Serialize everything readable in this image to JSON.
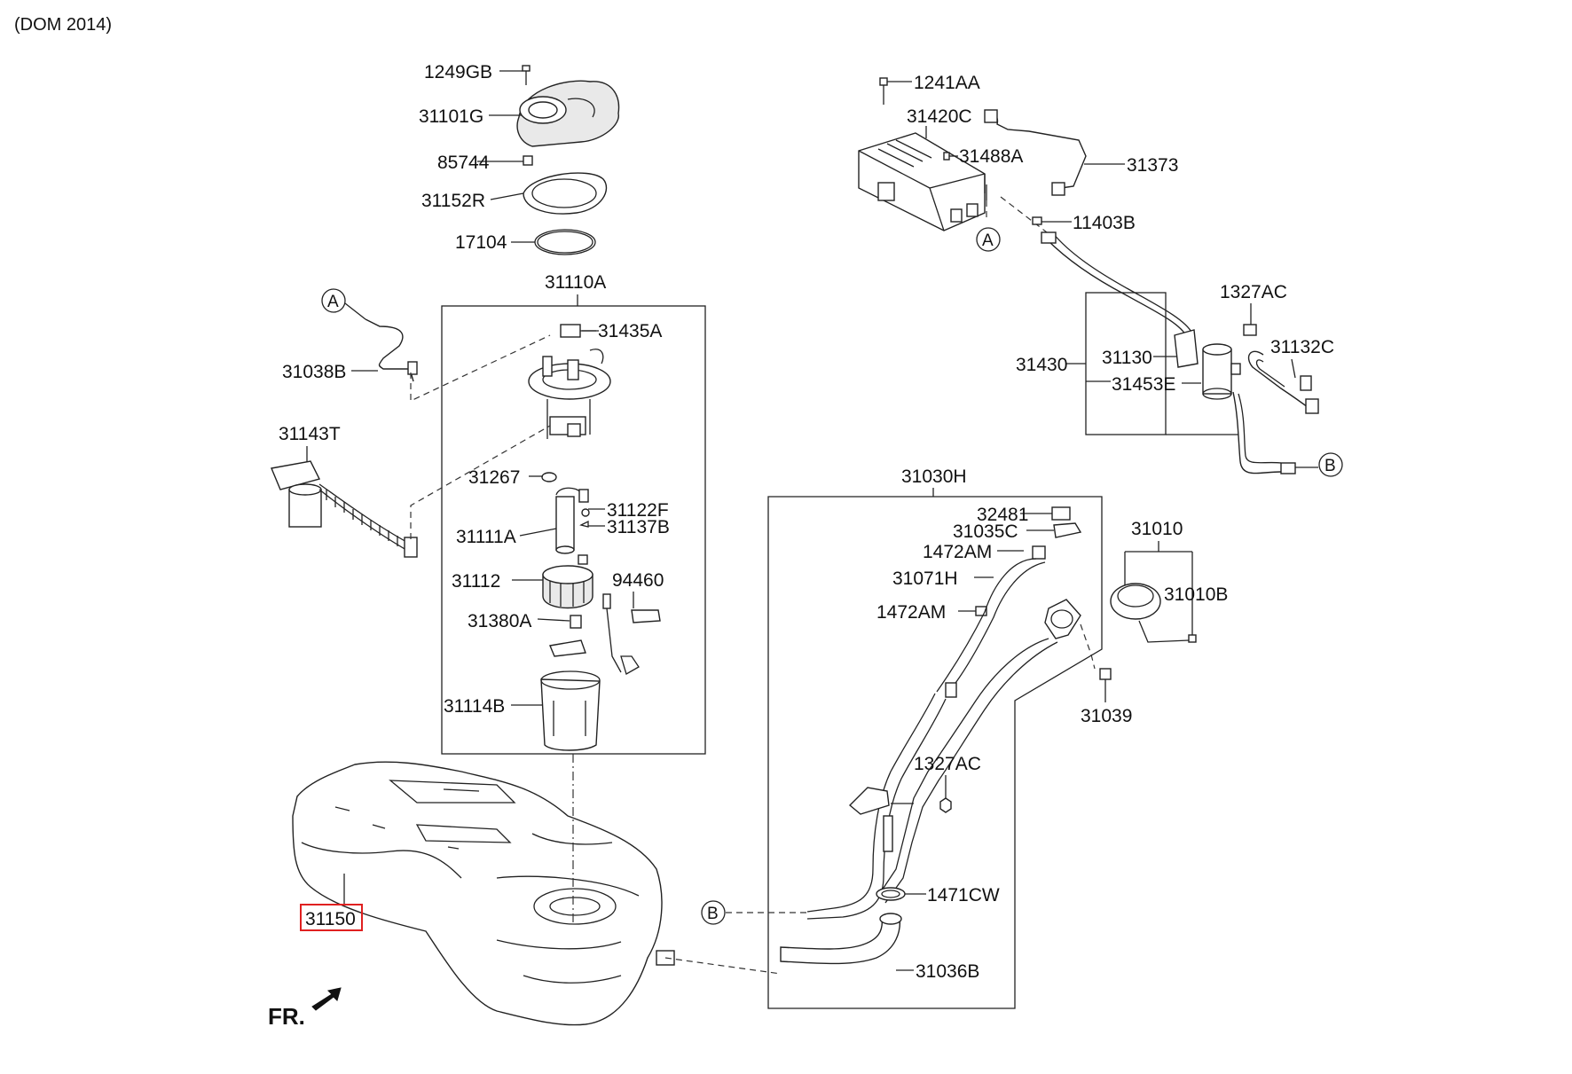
{
  "header": {
    "note": "(DOM 2014)"
  },
  "direction": {
    "label": "FR."
  },
  "callouts": {
    "a": "A",
    "b": "B"
  },
  "parts": {
    "p1249GB": "1249GB",
    "p31101G": "31101G",
    "p85744": "85744",
    "p31152R": "31152R",
    "p17104": "17104",
    "p31110A": "31110A",
    "p31435A": "31435A",
    "p31038B": "31038B",
    "p31143T": "31143T",
    "p31267": "31267",
    "p31122F": "31122F",
    "p31137B": "31137B",
    "p31111A": "31111A",
    "p31112": "31112",
    "p94460": "94460",
    "p31380A": "31380A",
    "p31114B": "31114B",
    "p31150": "31150",
    "p1241AA": "1241AA",
    "p31420C": "31420C",
    "p31488A": "31488A",
    "p31373": "31373",
    "p11403B": "11403B",
    "p1327AC_top": "1327AC",
    "p31430": "31430",
    "p31130": "31130",
    "p31132C": "31132C",
    "p31453E": "31453E",
    "p31030H": "31030H",
    "p32481": "32481",
    "p31035C": "31035C",
    "p1472AM_a": "1472AM",
    "p31071H": "31071H",
    "p1472AM_b": "1472AM",
    "p31010": "31010",
    "p31010B": "31010B",
    "p31039": "31039",
    "p1327AC_mid": "1327AC",
    "p1471CW": "1471CW",
    "p31036B": "31036B"
  },
  "highlight_color": "#e02020"
}
